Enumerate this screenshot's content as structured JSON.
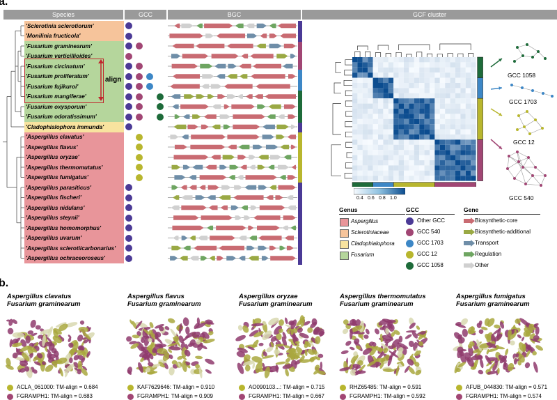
{
  "panel_a_letter": "a.",
  "panel_b_letter": "b.",
  "headers": {
    "species": "Species",
    "gcc": "GCC",
    "bgc": "BGC",
    "gcf": "GCF cluster"
  },
  "species": [
    {
      "name": "'Sclerotinia sclerotiorum'",
      "genus": "scler",
      "gcc": [
        "other"
      ]
    },
    {
      "name": "'Monilinia fructicola'",
      "genus": "scler",
      "gcc": [
        "other"
      ]
    },
    {
      "name": "'Fusarium graminearum'",
      "genus": "fus",
      "gcc": [
        "other",
        "540"
      ]
    },
    {
      "name": "'Fusarium verticillioides'",
      "genus": "fus",
      "gcc": [
        "540"
      ]
    },
    {
      "name": "'Fusarium circinatum'",
      "genus": "fus",
      "gcc": [
        "other",
        "540"
      ]
    },
    {
      "name": "'Fusarium proliferatum'",
      "genus": "fus",
      "gcc": [
        "other",
        "540",
        "1703"
      ]
    },
    {
      "name": "'Fusarium fujikuroi'",
      "genus": "fus",
      "gcc": [
        "other",
        "540",
        "1703"
      ]
    },
    {
      "name": "'Fusarium mangiferae'",
      "genus": "fus",
      "gcc": [
        "other",
        "540",
        "",
        "1058"
      ]
    },
    {
      "name": "'Fusarium oxysporum'",
      "genus": "fus",
      "gcc": [
        "other",
        "540",
        "",
        "1058"
      ]
    },
    {
      "name": "'Fusarium odoratissimum'",
      "genus": "fus",
      "gcc": [
        "other",
        "540",
        "",
        "1058"
      ]
    },
    {
      "name": "'Cladophialophora immunda'",
      "genus": "clado",
      "gcc": [
        "other"
      ]
    },
    {
      "name": "'Aspergillus clavatus'",
      "genus": "asp",
      "gcc": [
        "",
        "12"
      ]
    },
    {
      "name": "'Aspergillus flavus'",
      "genus": "asp",
      "gcc": [
        "",
        "12"
      ]
    },
    {
      "name": "'Aspergillus oryzae'",
      "genus": "asp",
      "gcc": [
        "",
        "12"
      ]
    },
    {
      "name": "'Aspergillus thermomutatus'",
      "genus": "asp",
      "gcc": [
        "",
        "12"
      ]
    },
    {
      "name": "'Aspergillus fumigatus'",
      "genus": "asp",
      "gcc": [
        "",
        "12"
      ]
    },
    {
      "name": "'Aspergillus parasiticus'",
      "genus": "asp",
      "gcc": [
        "other"
      ]
    },
    {
      "name": "'Aspergillus fischeri'",
      "genus": "asp",
      "gcc": [
        "other"
      ]
    },
    {
      "name": "'Aspergillus nidulans'",
      "genus": "asp",
      "gcc": [
        "other"
      ]
    },
    {
      "name": "'Aspergillus steynii'",
      "genus": "asp",
      "gcc": [
        "other"
      ]
    },
    {
      "name": "'Aspergillus homomorphus'",
      "genus": "asp",
      "gcc": [
        "other"
      ]
    },
    {
      "name": "'Aspergillus uvarum'",
      "genus": "asp",
      "gcc": [
        "other"
      ]
    },
    {
      "name": "'Aspergillus sclerotiicarbonarius'",
      "genus": "asp",
      "gcc": [
        "other"
      ]
    },
    {
      "name": "'Aspergillus ochraceoroseus'",
      "genus": "asp",
      "gcc": [
        "other"
      ]
    }
  ],
  "align_label": "align",
  "colorbar_ticks": [
    "0.4",
    "0.6",
    "0.8",
    "1.0"
  ],
  "gcf_labels": [
    "GCC 1058",
    "GCC 1703",
    "GCC 12",
    "GCC 540"
  ],
  "legend": {
    "genus_title": "Genus",
    "genus": [
      {
        "label": "Aspergillus",
        "color": "#e8959a",
        "italic": true
      },
      {
        "label": "Sclerotiniaceae",
        "color": "#f6c49b",
        "italic": true
      },
      {
        "label": "Cladophialophora",
        "color": "#f8e39f",
        "italic": true
      },
      {
        "label": "Fusarium",
        "color": "#b5d69c",
        "italic": true
      }
    ],
    "gcc_title": "GCC",
    "gcc": [
      {
        "label": "Other GCC",
        "color": "#4b3a96"
      },
      {
        "label": "GCC 540",
        "color": "#a14674"
      },
      {
        "label": "GCC 1703",
        "color": "#3d87c6"
      },
      {
        "label": "GCC 12",
        "color": "#b8b62e"
      },
      {
        "label": "GCC 1058",
        "color": "#1e6b3a"
      }
    ],
    "gene_title": "Gene",
    "gene": [
      {
        "label": "Biosynthetic-core",
        "color": "#c96b72"
      },
      {
        "label": "Biosynthetic-additional",
        "color": "#9aa944"
      },
      {
        "label": "Transport",
        "color": "#6f8ea8"
      },
      {
        "label": "Regulation",
        "color": "#6ea561"
      },
      {
        "label": "Other",
        "color": "#d0d0d0"
      }
    ]
  },
  "structures": [
    {
      "title1": "Aspergillus clavatus",
      "title2": "Fusarium graminearum",
      "tm1": "ACLA_061000: TM-align = 0.684",
      "tm2": "FGRAMPH1: TM-align = 0.683"
    },
    {
      "title1": "Aspergillus flavus",
      "title2": "Fusarium graminearum",
      "tm1": "KAF7629646: TM-align = 0.910",
      "tm2": "FGRAMPH1: TM-align = 0.909"
    },
    {
      "title1": "Aspergillus oryzae",
      "title2": "Fusarium graminearum",
      "tm1": "AO090103...: TM-align = 0.715",
      "tm2": "FGRAMPH1: TM-align = 0.667"
    },
    {
      "title1": "Aspergillus thermomutatus",
      "title2": "Fusarium graminearum",
      "tm1": "RHZ65485: TM-align = 0.591",
      "tm2": "FGRAMPH1: TM-align = 0.592"
    },
    {
      "title1": "Aspergillus fumigatus",
      "title2": "Fusarium graminearum",
      "tm1": "AFUB_044830: TM-align = 0.571",
      "tm2": "FGRAMPH1: TM-align = 0.574"
    }
  ]
}
